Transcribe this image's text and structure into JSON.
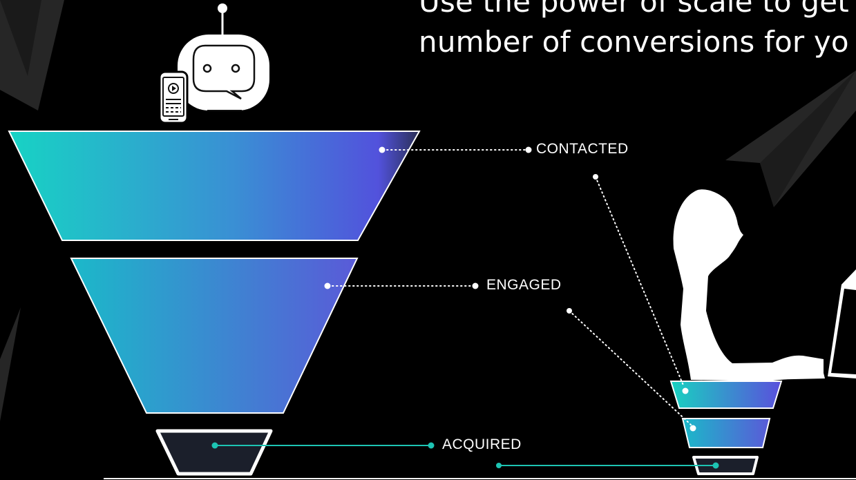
{
  "headline": {
    "line1": "Use the power of scale to get",
    "line2": "number of conversions for yo"
  },
  "stages": {
    "contacted": "CONTACTED",
    "engaged": "ENGAGED",
    "acquired": "ACQUIRED"
  },
  "colors": {
    "background": "#000000",
    "gradient_start": "#1ccfc3",
    "gradient_end": "#5a52dc",
    "dark_fill": "#1b1f2b",
    "connector_teal": "#1dc4b3",
    "white": "#ffffff"
  },
  "icons": {
    "top": "chatbot-with-phone-icon",
    "right": "woman-at-computer-silhouette"
  }
}
